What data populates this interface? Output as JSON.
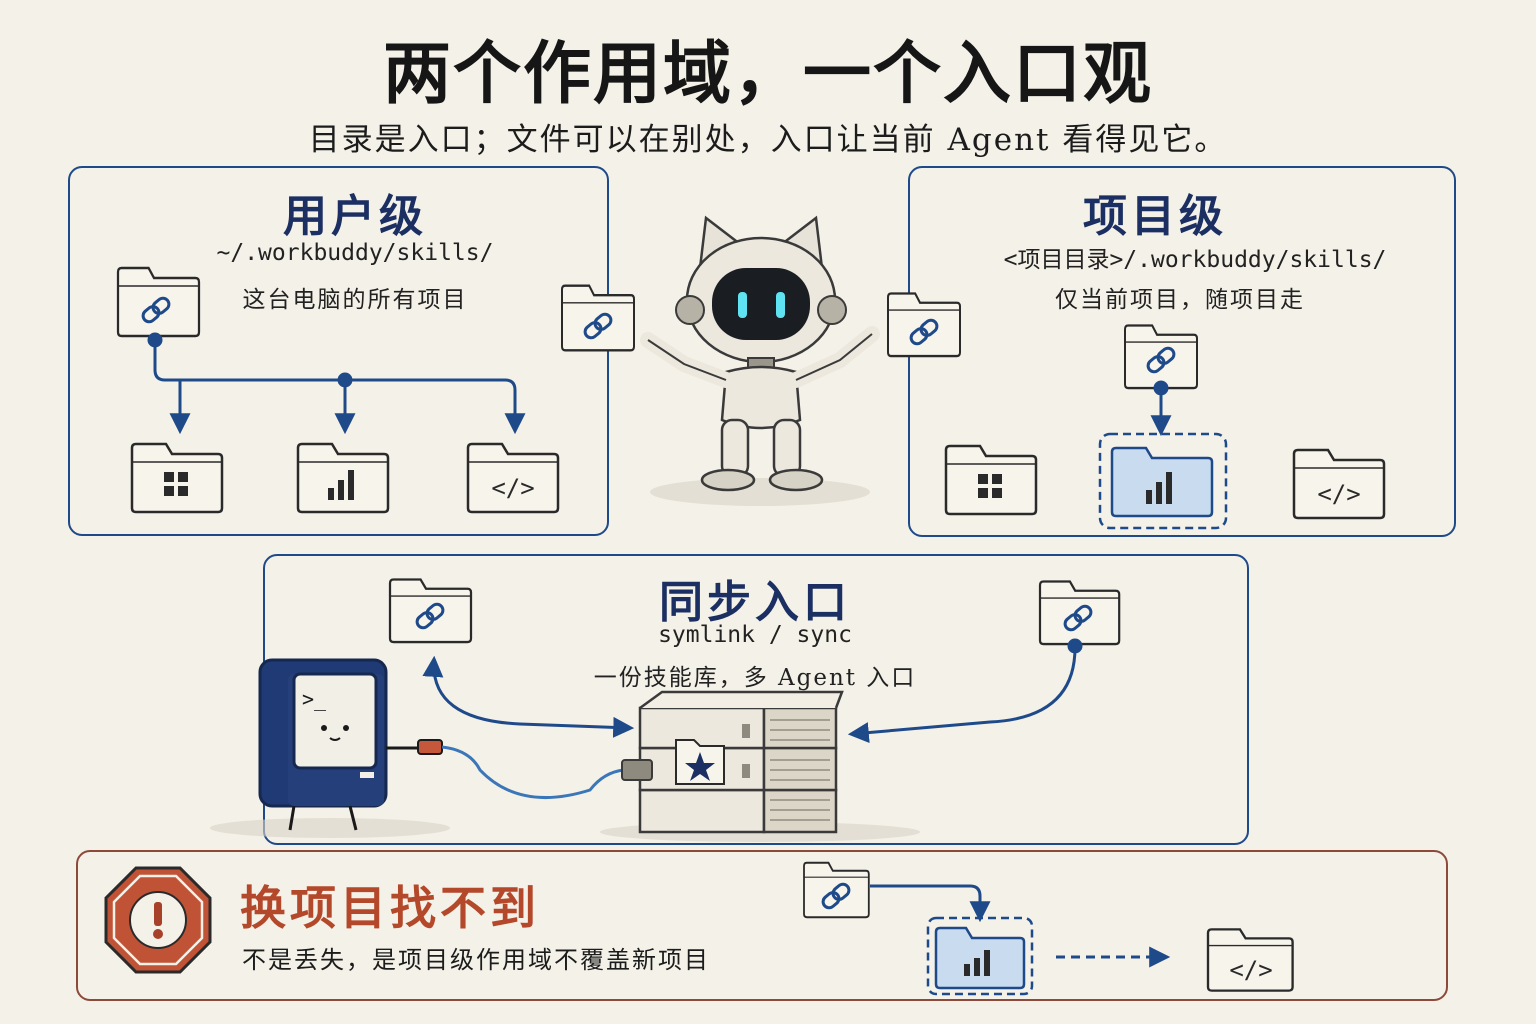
{
  "title": "两个作用域，一个入口观",
  "subtitle": "目录是入口；文件可以在别处，入口让当前 Agent 看得见它。",
  "user_scope": {
    "title": "用户级",
    "path": "~/.workbuddy/skills/",
    "description": "这台电脑的所有项目"
  },
  "project_scope": {
    "title": "项目级",
    "path": "<项目目录>/.workbuddy/skills/",
    "description": "仅当前项目，随项目走"
  },
  "sync": {
    "title": "同步入口",
    "method": "symlink / sync",
    "description": "一份技能库，多 Agent 入口"
  },
  "warning": {
    "title": "换项目找不到",
    "description": "不是丢失，是项目级作用域不覆盖新项目"
  },
  "terminal_prompt": ">_",
  "icons": {
    "link": "link-folder-icon",
    "grid": "grid-folder-icon",
    "chart": "chart-folder-icon",
    "code": "code-folder-icon",
    "warning": "stop-warning-icon",
    "star": "star-library-icon"
  },
  "colors": {
    "accent": "#1f4a8a",
    "title_blue": "#1b2f63",
    "warning_red": "#b4482a",
    "highlight": "#c9dbef",
    "paper": "#f4f1e8"
  }
}
